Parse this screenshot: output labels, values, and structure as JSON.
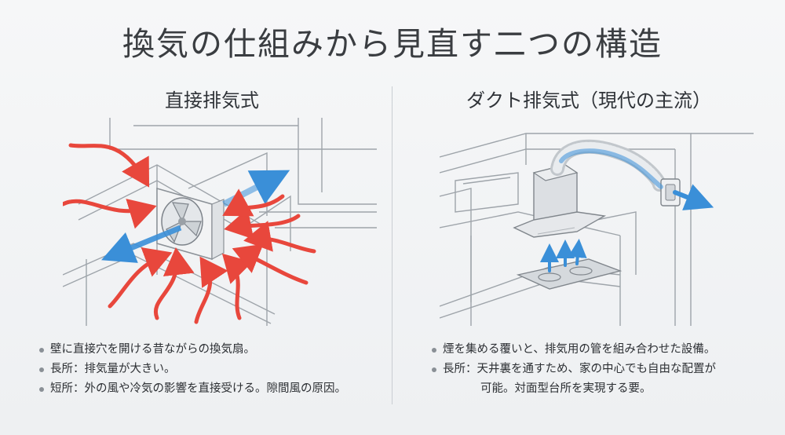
{
  "title": "換気の仕組みから見直す二つの構造",
  "left": {
    "heading": "直接排気式",
    "bullets": [
      "壁に直接穴を開ける昔ながらの換気扇。",
      "長所：排気量が大きい。",
      "短所：外の風や冷気の影響を直接受ける。隙間風の原因。"
    ]
  },
  "right": {
    "heading": "ダクト排気式（現代の主流）",
    "bullets": [
      {
        "line1": "煙を集める覆いと、排気用の管を組み合わせた設備。",
        "line2": ""
      },
      {
        "line1": "長所：天井裏を通すため、家の中心でも自由な配置が",
        "line2": "可能。対面型台所を実現する要。"
      }
    ]
  },
  "colors": {
    "inflow_arrow": "#e8473c",
    "outflow_arrow": "#3a8fd8",
    "line_art": "#9ea4aa"
  }
}
